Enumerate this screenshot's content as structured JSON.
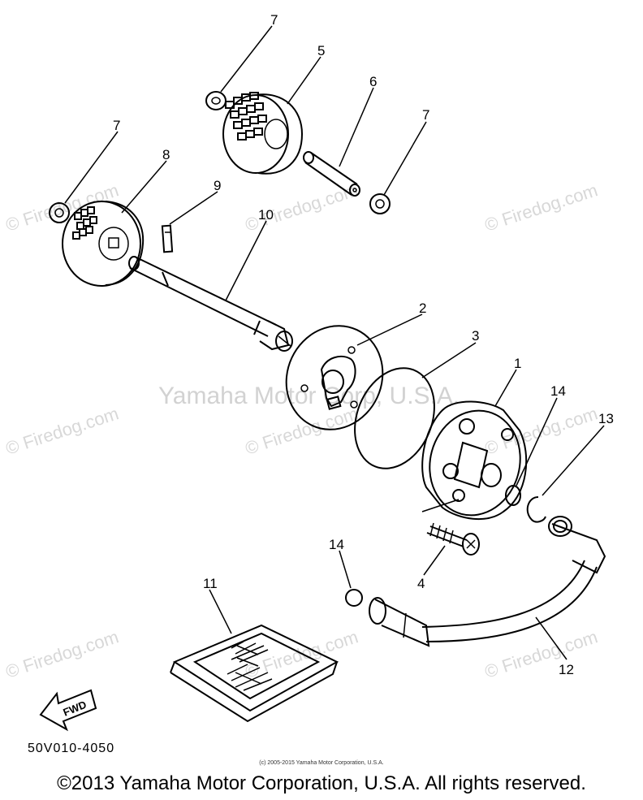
{
  "watermarks": {
    "site": "© Firedog.com",
    "owner": "Yamaha Motor Corp, U.S.A."
  },
  "callouts": {
    "c1": "1",
    "c2": "2",
    "c3": "3",
    "c4": "4",
    "c5": "5",
    "c6": "6",
    "c7a": "7",
    "c7b": "7",
    "c7c": "7",
    "c8": "8",
    "c9": "9",
    "c10": "10",
    "c11": "11",
    "c12": "12",
    "c13": "13",
    "c14a": "14",
    "c14b": "14"
  },
  "fwd_label": "FWD",
  "diagram_code": "50V010-4050",
  "small_copyright": "(c) 2005-2015 Yamaha Motor Corporation, U.S.A.",
  "copyright": "©2013 Yamaha Motor Corporation, U.S.A. All rights reserved."
}
